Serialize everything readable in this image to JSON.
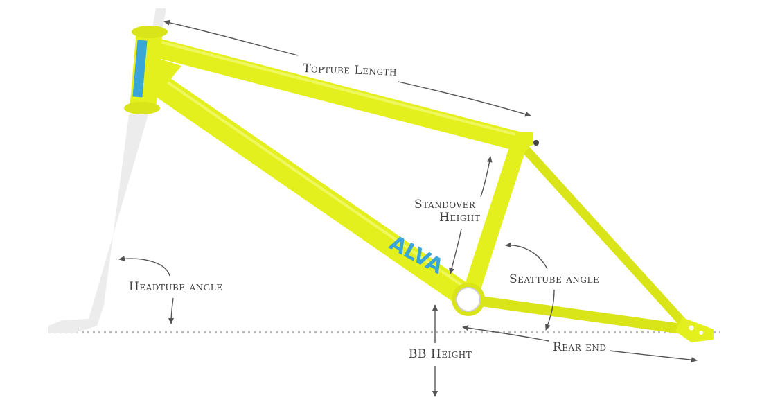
{
  "labels": {
    "toptube_length": "Toptube Length",
    "standover_line1": "Standover",
    "standover_line2": "Height",
    "headtube_angle": "Headtube angle",
    "seattube_angle": "Seattube angle",
    "bb_height": "BB Height",
    "rear_end": "Rear end"
  },
  "logo": {
    "text": "ALVA"
  },
  "colors": {
    "frame": "#e4f01e",
    "frame_shade": "#c9d412",
    "frame_highlight": "#f4fb7a",
    "logo": "#3aa6d8",
    "fork": "#ececec",
    "ground_line": "#bbbbbb",
    "annotation": "#555555",
    "label_text": "#3f3f3f"
  }
}
